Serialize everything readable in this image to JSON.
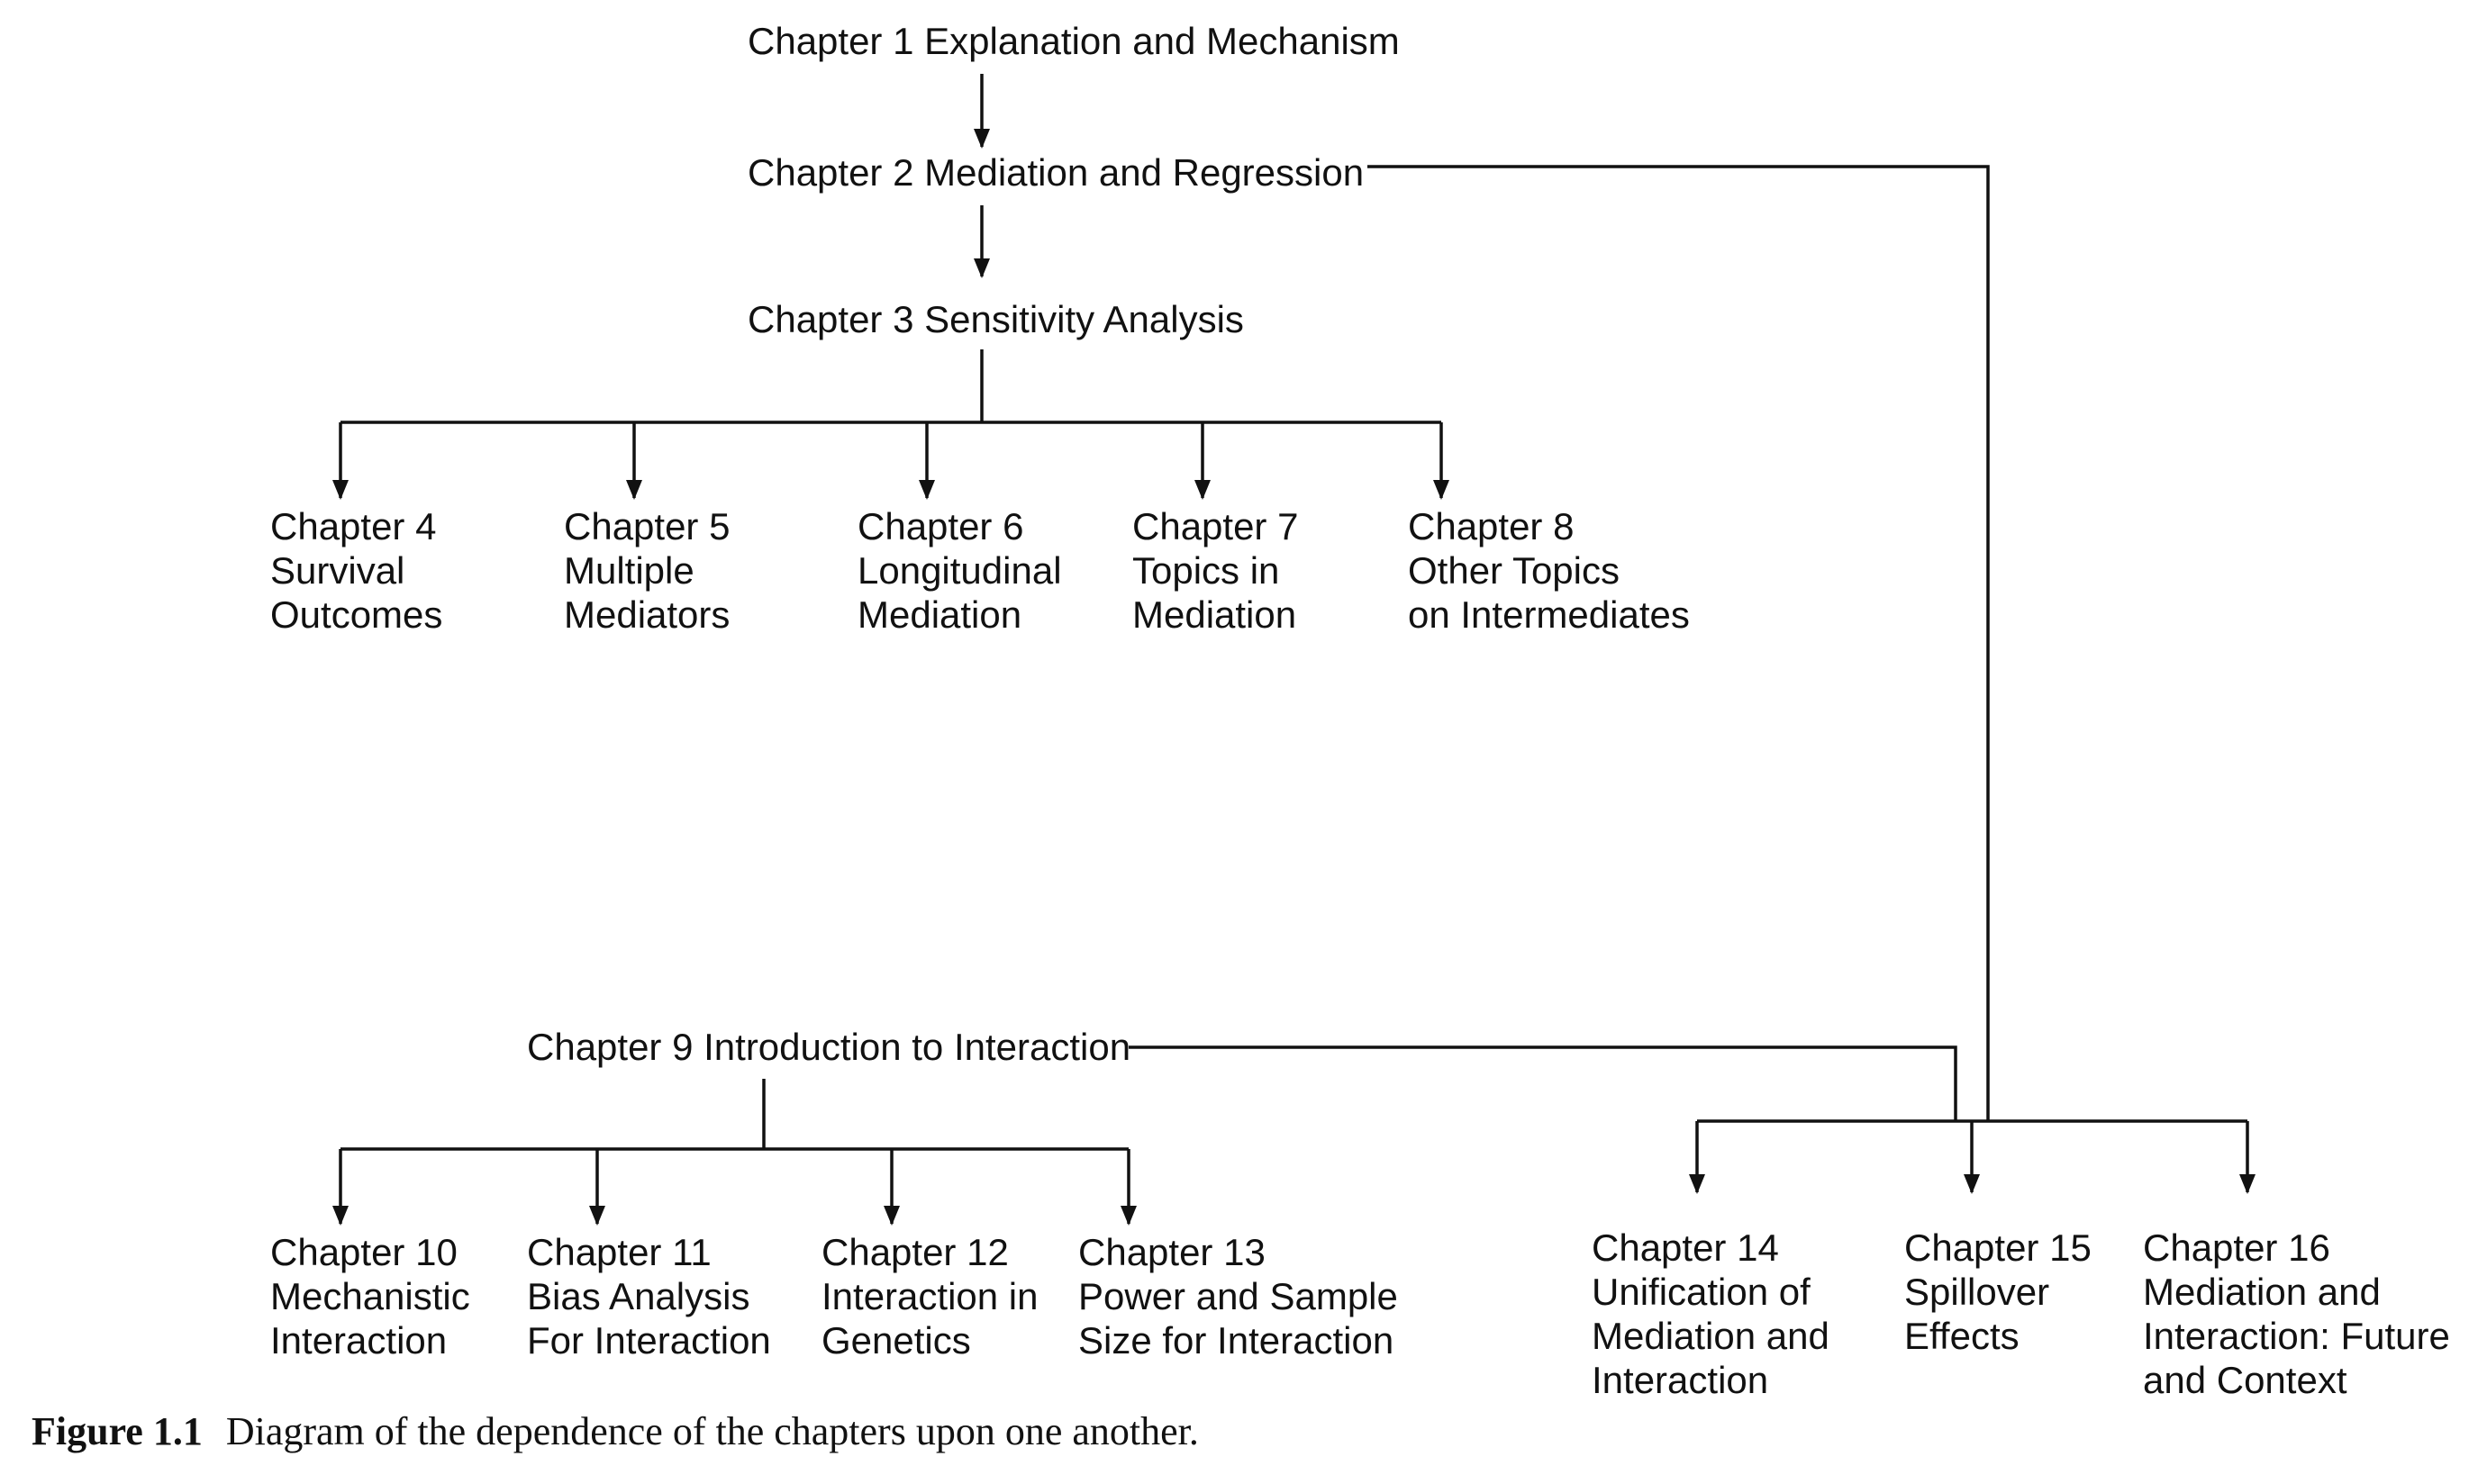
{
  "diagram": {
    "nodes": [
      {
        "id": "ch1",
        "lines": [
          "Chapter 1 Explanation and Mechanism"
        ]
      },
      {
        "id": "ch2",
        "lines": [
          "Chapter 2 Mediation and Regression"
        ]
      },
      {
        "id": "ch3",
        "lines": [
          "Chapter 3 Sensitivity Analysis"
        ]
      },
      {
        "id": "ch4",
        "lines": [
          "Chapter 4",
          "Survival",
          "Outcomes"
        ]
      },
      {
        "id": "ch5",
        "lines": [
          "Chapter 5",
          "Multiple",
          "Mediators"
        ]
      },
      {
        "id": "ch6",
        "lines": [
          "Chapter 6",
          "Longitudinal",
          "Mediation"
        ]
      },
      {
        "id": "ch7",
        "lines": [
          "Chapter 7",
          "Topics in",
          "Mediation"
        ]
      },
      {
        "id": "ch8",
        "lines": [
          "Chapter 8",
          "Other Topics",
          "on Intermediates"
        ]
      },
      {
        "id": "ch9",
        "lines": [
          "Chapter 9 Introduction to Interaction"
        ]
      },
      {
        "id": "ch10",
        "lines": [
          "Chapter 10",
          "Mechanistic",
          "Interaction"
        ]
      },
      {
        "id": "ch11",
        "lines": [
          "Chapter 11",
          "Bias Analysis",
          "For Interaction"
        ]
      },
      {
        "id": "ch12",
        "lines": [
          "Chapter 12",
          "Interaction in",
          "Genetics"
        ]
      },
      {
        "id": "ch13",
        "lines": [
          "Chapter 13",
          "Power and Sample",
          "Size for Interaction"
        ]
      },
      {
        "id": "ch14",
        "lines": [
          "Chapter 14",
          "Unification of",
          "Mediation and",
          "Interaction"
        ]
      },
      {
        "id": "ch15",
        "lines": [
          "Chapter 15",
          "Spillover",
          "Effects"
        ]
      },
      {
        "id": "ch16",
        "lines": [
          "Chapter 16",
          "Mediation and",
          "Interaction: Future",
          "and Context"
        ]
      }
    ],
    "edges": [
      {
        "from": "ch1",
        "to": "ch2"
      },
      {
        "from": "ch2",
        "to": "ch3"
      },
      {
        "from": "ch3",
        "to": "ch4"
      },
      {
        "from": "ch3",
        "to": "ch5"
      },
      {
        "from": "ch3",
        "to": "ch6"
      },
      {
        "from": "ch3",
        "to": "ch7"
      },
      {
        "from": "ch3",
        "to": "ch8"
      },
      {
        "from": "ch9",
        "to": "ch10"
      },
      {
        "from": "ch9",
        "to": "ch11"
      },
      {
        "from": "ch9",
        "to": "ch12"
      },
      {
        "from": "ch9",
        "to": "ch13"
      },
      {
        "from": "ch2",
        "to": "ch14"
      },
      {
        "from": "ch2",
        "to": "ch15"
      },
      {
        "from": "ch2",
        "to": "ch16"
      },
      {
        "from": "ch9",
        "to": "ch14"
      },
      {
        "from": "ch9",
        "to": "ch15"
      },
      {
        "from": "ch9",
        "to": "ch16"
      }
    ],
    "line_color": "#111111",
    "text_color": "#111111"
  },
  "caption": {
    "label": "Figure 1.1",
    "text": "Diagram of the dependence of the chapters upon one another."
  }
}
